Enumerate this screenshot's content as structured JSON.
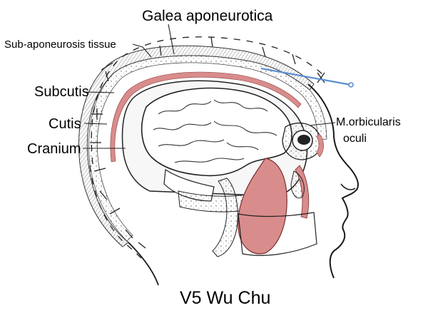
{
  "labels": {
    "galea": "Galea aponeurotica",
    "sub_aponeurosis": "Sub-aponeurosis tissue",
    "subcutis": "Subcutis",
    "cutis": "Cutis",
    "cranium": "Cranium",
    "orbicularis_line1": "M.orbicularis",
    "orbicularis_line2": "oculi"
  },
  "point_name": "V5 Wu Chu",
  "colors": {
    "muscle": "#d98c8c",
    "needle": "#5b8fd0",
    "outline": "#1a1a1a"
  }
}
